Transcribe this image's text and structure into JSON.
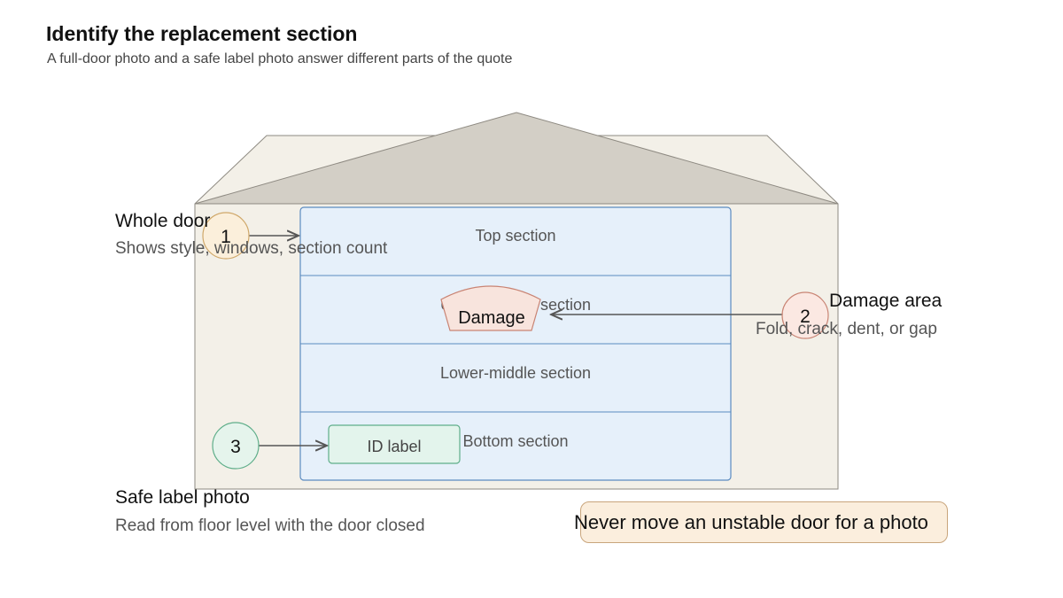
{
  "header": {
    "title": "Identify the replacement section",
    "subtitle": "A full-door photo and a safe label photo answer different parts of the quote"
  },
  "door": {
    "sections": [
      "Top section",
      "Upper-middle section",
      "Lower-middle section",
      "Bottom section"
    ]
  },
  "damage_patch": {
    "label": "Damage"
  },
  "id_label": {
    "label": "ID label"
  },
  "callouts": [
    {
      "number": "1",
      "title": "Whole door",
      "description": "Shows style, windows, section count"
    },
    {
      "number": "2",
      "title": "Damage area",
      "description": "Fold, crack, dent, or gap"
    },
    {
      "number": "3",
      "title": "Safe label photo",
      "description": "Read from floor level with the door closed"
    }
  ],
  "warning": {
    "text": "Never move an unstable door for a photo"
  },
  "colors": {
    "wall": "#f3f0e8",
    "roof": "#d3cfc6",
    "door_fill": "#e6f0fa",
    "door_stroke": "#5b8bc0",
    "callout1_fill": "#fcefd8",
    "callout1_stroke": "#d0a86a",
    "callout2_fill": "#fbe6e0",
    "callout2_stroke": "#c98474",
    "callout3_fill": "#e3f4ec",
    "callout3_stroke": "#5fae8a",
    "warning_fill": "#fbeedd"
  }
}
